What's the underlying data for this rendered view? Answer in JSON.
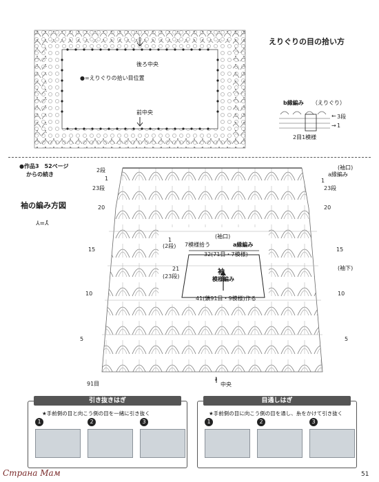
{
  "neckline": {
    "title": "えりぐりの目の拾い方",
    "back_center": "後ろ中央",
    "front_center": "前中央",
    "legend": "●=えりぐりの拾い目位置"
  },
  "b_edging": {
    "title": "b縁編み",
    "subtitle": "（えりぐり）",
    "row3": "3段",
    "row1": "1",
    "repeat": "2目1模様",
    "arrow_left": "←",
    "arrow_right": "→"
  },
  "section": {
    "work_label": "●作品3　52ページ",
    "continued": "からの続き",
    "sleeve_title": "袖の編み方図",
    "decrease_symbol": "⅄=⅄̂"
  },
  "sleeve_chart": {
    "labels_left": [
      "2段",
      "1",
      "23段",
      "20",
      "15",
      "10",
      "5"
    ],
    "labels_right": [
      "(袖口)",
      "a縁編み",
      "1",
      "23段",
      "20",
      "15",
      "10",
      "5"
    ],
    "bottom_left": "91目",
    "bottom_center": "中央",
    "sleeve_underarm": "(袖下)",
    "arrow_down": "↓"
  },
  "schematic": {
    "cuff": "(袖口)",
    "edging": "a縁編み",
    "edging_rows": "7模様拾う",
    "edge_row1": "1",
    "edge_row2": "(2段)",
    "top_width": "32(71目・7模様)",
    "height": "21",
    "height_rows": "(23段)",
    "name": "袖",
    "pattern": "模様編み",
    "bottom_width": "41(鎖91目・9模様)作る"
  },
  "box_left": {
    "header": "引き抜きはぎ",
    "note": "★手前側の目と向こう側の目を一緒に引き抜く",
    "steps": [
      "1",
      "2",
      "3"
    ]
  },
  "box_right": {
    "header": "目通しはぎ",
    "note": "★手前側の目に向こう側の目を通し、糸をかけて引き抜く",
    "steps": [
      "1",
      "2",
      "3"
    ]
  },
  "footer": {
    "watermark": "Страна Мам",
    "page_number": "51"
  }
}
